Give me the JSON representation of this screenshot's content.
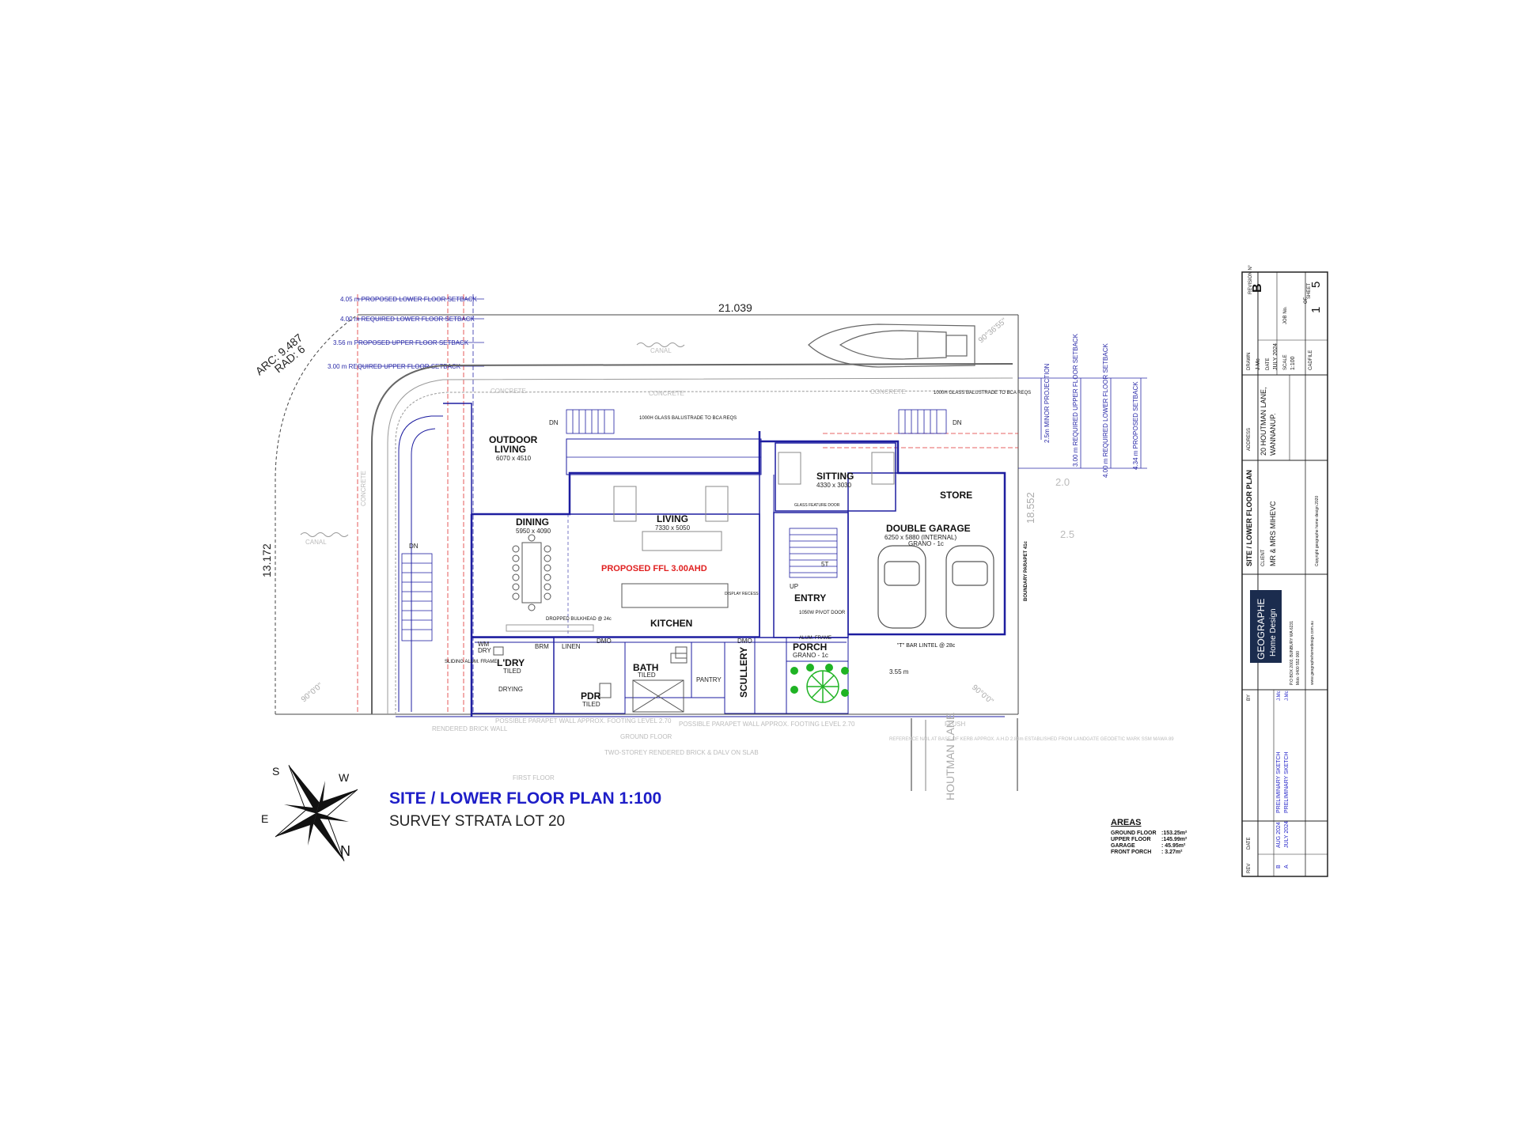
{
  "dimensions": {
    "top": "21.039",
    "left": "13.172",
    "arc": "ARC: 9.487",
    "rad": "RAD: 6",
    "right": "18.552",
    "bearing_top_right": "90°36'55\"",
    "bearing_bottom_left": "90°0'0\"",
    "bearing_bottom_right": "90°0'0\"",
    "bottom_right_small": "3.55 m",
    "right_side_2_0": "2.0",
    "right_side_2_5": "2.5"
  },
  "setbacks_left": [
    "4.05 m PROPOSED LOWER FLOOR SETBACK",
    "4.00 m REQUIRED LOWER FLOOR SETBACK",
    "3.56 m PROPOSED UPPER FLOOR SETBACK",
    "3.00 m REQUIRED UPPER FLOOR SETBACK"
  ],
  "setbacks_right": [
    "2.5m MINOR PROJECTION",
    "3.00 m REQUIRED UPPER FLOOR SETBACK",
    "4.00 m REQUIRED LOWER FLOOR SETBACK",
    "4.34 m PROPOSED SETBACK"
  ],
  "rooms": {
    "outdoor_living": {
      "name1": "OUTDOOR",
      "name2": "LIVING",
      "size": "6070 x 4510"
    },
    "dining": {
      "name": "DINING",
      "size": "5950 x 4090"
    },
    "living": {
      "name": "LIVING",
      "size": "7330 x 5050"
    },
    "sitting": {
      "name": "SITTING",
      "size": "4330 x 3030"
    },
    "store": {
      "name": "STORE"
    },
    "garage": {
      "name": "DOUBLE GARAGE",
      "size": "6250 x 5880 (INTERNAL)",
      "finish": "GRANO - 1c"
    },
    "entry": {
      "name": "ENTRY"
    },
    "porch": {
      "name": "PORCH",
      "finish": "GRANO - 1c"
    },
    "kitchen": {
      "name": "KITCHEN"
    },
    "laundry": {
      "name": "L'DRY",
      "finish": "TILED"
    },
    "bath": {
      "name": "BATH",
      "finish": "TILED"
    },
    "pdr": {
      "name": "PDR",
      "finish": "TILED"
    },
    "pantry": {
      "name": "PANTRY"
    },
    "scullery": {
      "name": "SCULLERY"
    },
    "linen": {
      "name": "LINEN"
    },
    "drying": {
      "name": "DRYING"
    },
    "brm": {
      "name": "BRM"
    },
    "wm": {
      "name1": "WM",
      "name2": "DRY"
    }
  },
  "labels": {
    "ffl": "PROPOSED FFL 3.00AHD",
    "canal": "CANAL",
    "concrete": "CONCRETE",
    "dn": "DN",
    "up": "UP",
    "dmo": "DMO",
    "balustrade_top": "1000H GLASS BALUSTRADE TO BCA REQS",
    "boundary_parapet": "BOUNDARY PARAPET 41c",
    "t_bar": "\"T\" BAR LINTEL @ 28c",
    "dropped_bulkhead": "DROPPED BULKHEAD @ 24c",
    "display_recess": "DISPLAY RECESS",
    "glass_feature_door": "GLASS FEATURE DOOR",
    "pivot_door": "1050W PIVOT DOOR",
    "alum_frame": "ALUM. FRAME",
    "sliding_alum_frame": "SLIDING ALUM. FRAME",
    "steps": "5T",
    "houtman_lane": "HOUTMAN LANE",
    "flush": "FLUSH",
    "rendered_brick_wall": "RENDERED BRICK WALL",
    "two_storey": "TWO-STOREY RENDERED BRICK & DALV ON SLAB",
    "ground_floor": "GROUND FLOOR",
    "first_floor": "FIRST FLOOR",
    "footing_note": "POSSIBLE PARAPET WALL APPROX. FOOTING LEVEL 2.70",
    "reference_nail": "REFERENCE NAIL AT BASE OF KERB APPROX. A.H.D 2.88m ESTABLISHED FROM LANDGATE GEODETIC MARK SSM MAWA 89"
  },
  "title": {
    "main": "SITE / LOWER FLOOR PLAN 1:100",
    "sub": "SURVEY STRATA LOT 20"
  },
  "compass": {
    "n": "N",
    "s": "S",
    "e": "E",
    "w": "W"
  },
  "areas": {
    "heading": "AREAS",
    "rows": [
      {
        "label": "GROUND FLOOR",
        "value": ":153.25m²"
      },
      {
        "label": "UPPER FLOOR",
        "value": ":145.99m²"
      },
      {
        "label": "GARAGE",
        "value": ": 45.95m²"
      },
      {
        "label": "FRONT PORCH",
        "value": ": 3.27m²"
      }
    ]
  },
  "title_block": {
    "revision_label": "REVISION N°",
    "revision": "B",
    "job_no_label": "JOB No.",
    "sheet_label": "SHEET",
    "sheet": "1",
    "of": "OF",
    "sheets": "5",
    "drawn_label": "DRAWN",
    "drawn": "J.Mc",
    "date_label": "DATE",
    "date": "JULY 2024",
    "scale_label": "SCALE",
    "scale": "1:100",
    "cadfile_label": "CADFILE",
    "sheet_title": "SITE / LOWER FLOOR PLAN",
    "address_label": "ADDRESS",
    "address1": "20 HOUTMAN LANE,",
    "address2": "WANNANUP.",
    "client_label": "CLIENT",
    "client": "MR & MRS MIHEVC",
    "copyright": "Copyright geographe home design 2020",
    "company1": "GEOGRAPHE",
    "company2": "Home Design",
    "po_box": "P.O BOX 2003, BUNBURY WA 6231",
    "mob": "Mob: 0400 552 000",
    "web": "www.geographehomedesign.com.au",
    "by_label": "BY",
    "rev_label": "REV",
    "date_col_label": "DATE",
    "revisions": [
      {
        "rev": "B",
        "date": "AUG 2024",
        "desc": "PRELIMINARY SKETCH",
        "by": "J.Mc"
      },
      {
        "rev": "A",
        "date": "JULY 2024",
        "desc": "PRELIMINARY SKETCH",
        "by": "J.Mc"
      }
    ]
  },
  "colors": {
    "wall": "#1e1ea0",
    "setback": "#2a2aa8",
    "setback_red": "#e03030",
    "ffl": "#e02020",
    "faint": "#b8b8b8",
    "title_blue": "#1e1ec8",
    "tree": "#1fb324"
  }
}
